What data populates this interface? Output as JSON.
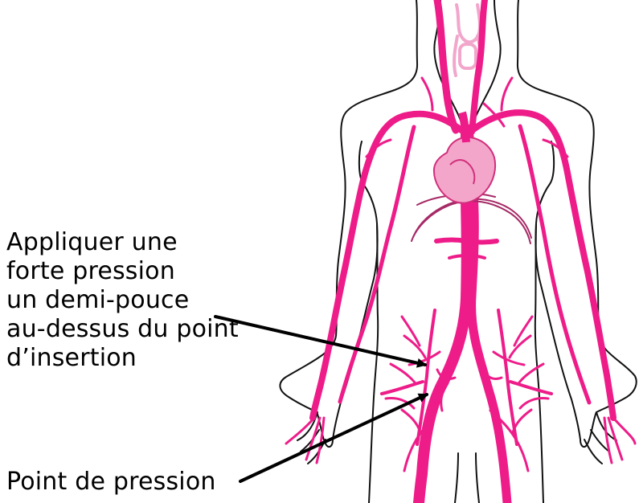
{
  "labels": {
    "compression_site": [
      "Appliquer une",
      "forte pression",
      "un demi-pouce",
      "au-dessus du point",
      "d’insertion"
    ],
    "pressure_point": "Point de pression"
  },
  "colors": {
    "artery": "#ee1c89",
    "artery_light": "#f29ac9",
    "heart_fill": "#f3a6c9",
    "heart_outline": "#d12f7d",
    "body_outline": "#111111",
    "arrow": "#000000",
    "background": "#ffffff"
  }
}
